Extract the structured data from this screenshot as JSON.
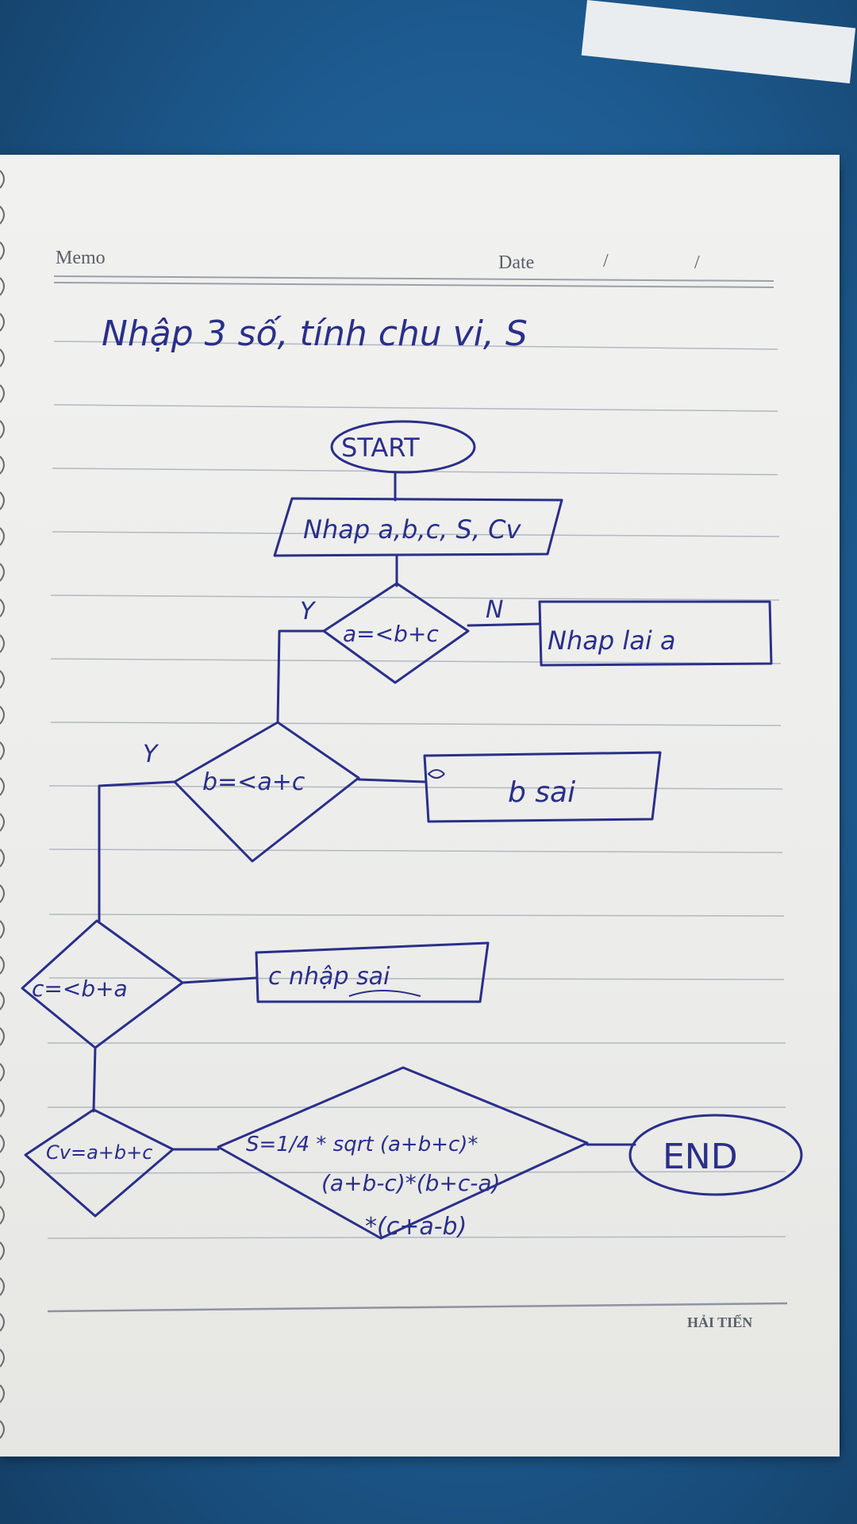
{
  "notebook": {
    "memo_label": "Memo",
    "date_label": "Date",
    "date_separator_1": "/",
    "date_separator_2": "/",
    "brand": "HẢI TIẾN"
  },
  "handwriting": {
    "title": "Nhập 3 số, tính chu vi, S",
    "start": "START",
    "input": "Nhap a,b,c, S, Cv",
    "cond_a": "a=<b+c",
    "yes_a": "Y",
    "no_a": "N",
    "error_a": "Nhap lai a",
    "cond_b": "b=<a+c",
    "yes_b": "Y",
    "error_b": "b sai",
    "cond_c": "c=<b+a",
    "error_c": "c nhập sai",
    "calc_cv": "Cv=a+b+c",
    "calc_s_1": "S=1/4 * sqrt (a+b+c)*",
    "calc_s_2": "(a+b-c)*(b+c-a)",
    "calc_s_3": "*(c+a-b)",
    "end": "END"
  },
  "colors": {
    "ink": "#2a2f8a",
    "page": "#efefed",
    "background": "#1f5f95",
    "rule_line": "#9aa0ab"
  }
}
